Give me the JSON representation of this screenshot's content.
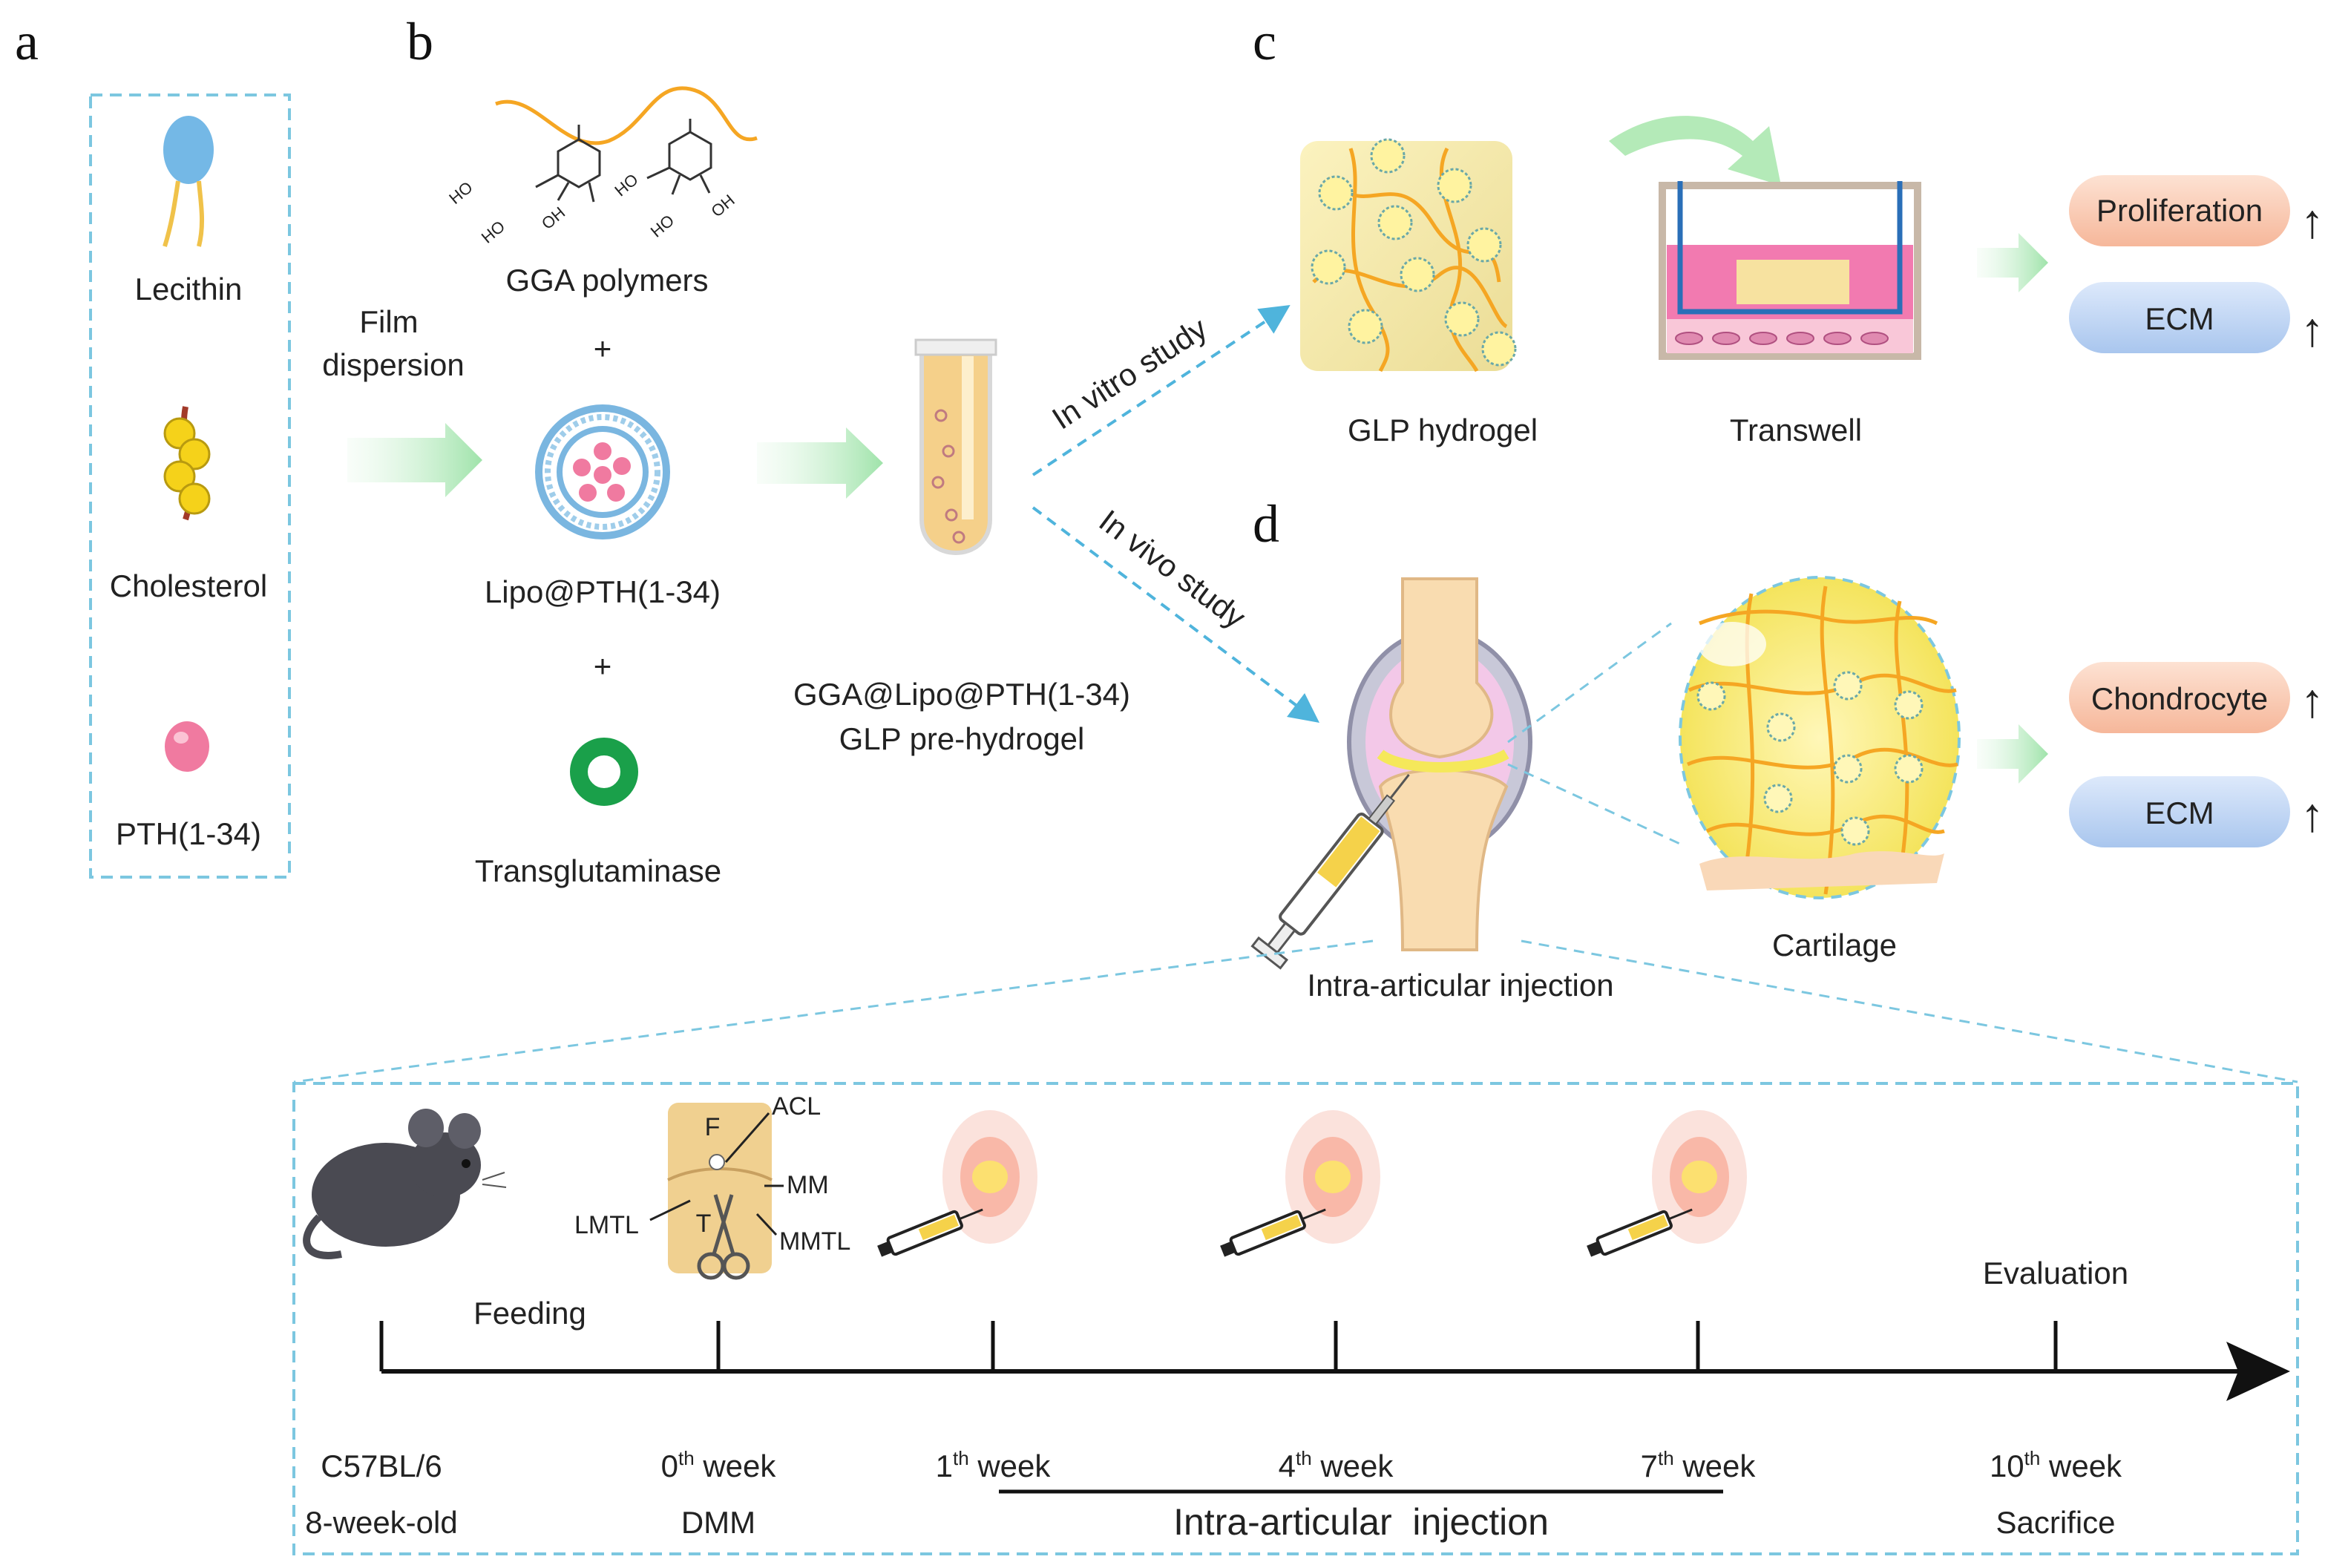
{
  "panels": {
    "a": "a",
    "b": "b",
    "c": "c",
    "d": "d"
  },
  "panel_a": {
    "items": [
      "Lecithin",
      "Cholesterol",
      "PTH(1-34)"
    ]
  },
  "panel_b": {
    "film_dispersion": [
      "Film",
      "dispersion"
    ],
    "gga_label": "GGA polymers",
    "plus": "+",
    "lipo_label": "Lipo@PTH(1-34)",
    "tg_label": "Transglutaminase",
    "pre_hydrogel": [
      "GGA@Lipo@PTH(1-34)",
      "GLP pre-hydrogel"
    ],
    "ho": "HO",
    "oh": "OH"
  },
  "panel_c": {
    "in_vitro": "In vitro study",
    "hydrogel": "GLP hydrogel",
    "transwell": "Transwell",
    "outcomes": [
      "Proliferation",
      "ECM"
    ],
    "up_arrow": "↑"
  },
  "panel_d": {
    "in_vivo": "In vivo study",
    "injection": "Intra-articular injection",
    "cartilage": "Cartilage",
    "outcomes": [
      "Chondrocyte",
      "ECM"
    ],
    "up_arrow": "↑"
  },
  "timeline": {
    "feeding": "Feeding",
    "evaluation": "Evaluation",
    "knee_labels": {
      "F": "F",
      "T": "T",
      "ACL": "ACL",
      "MM": "MM",
      "LMTL": "LMTL",
      "MMTL": "MMTL"
    },
    "ticks": [
      {
        "main": "C57BL/6",
        "sub": "8-week-old"
      },
      {
        "num": "0",
        "sup": "th",
        "wk": " week",
        "sub": "DMM"
      },
      {
        "num": "1",
        "sup": "th",
        "wk": " week",
        "sub": ""
      },
      {
        "num": "4",
        "sup": "th",
        "wk": " week",
        "sub": ""
      },
      {
        "num": "7",
        "sup": "th",
        "wk": " week",
        "sub": ""
      },
      {
        "num": "10",
        "sup": "th",
        "wk": " week",
        "sub": "Sacrifice"
      }
    ],
    "injection_span": "Intra-articular  injection"
  },
  "colors": {
    "dash_blue": "#7cc7e0",
    "green_arrow": "#a8e6b0",
    "orange": "#f5a623",
    "peach": "#f9c9b0",
    "light_blue": "#b6d3f2",
    "hydrogel": "#f4e49a"
  }
}
